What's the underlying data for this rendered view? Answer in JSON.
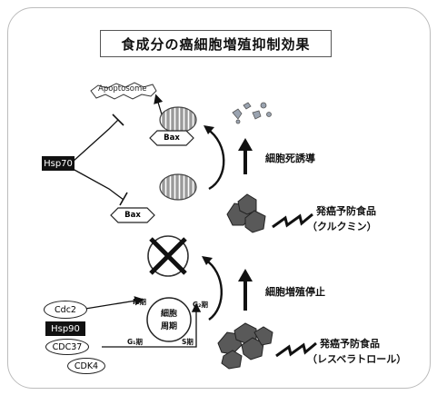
{
  "diagram": {
    "title": "食成分の癌細胞増殖抑制効果",
    "apoptosome_label": "Apoptosome",
    "hsp70_label": "Hsp70",
    "bax_upper": "Bax",
    "bax_lower": "Bax",
    "apoptosis_induction": "細胞死誘導",
    "food1_line1": "発癌予防食品",
    "food1_line2": "（クルクミン）",
    "proliferation_stop": "細胞増殖停止",
    "food2_line1": "発癌予防食品",
    "food2_line2": "（レスベラトロール）",
    "cdc2_label": "Cdc2",
    "hsp90_label": "Hsp90",
    "cdc37_label": "CDC37",
    "cdk4_label": "CDK4",
    "cycle_center_1": "細胞",
    "cycle_center_2": "周期",
    "phase_m": "M期",
    "phase_g1": "G₁期",
    "phase_s": "S期",
    "phase_g2": "G₂期",
    "colors": {
      "mitochondria": "#7a7a7a",
      "cells": "#555555",
      "black": "#111111"
    }
  }
}
